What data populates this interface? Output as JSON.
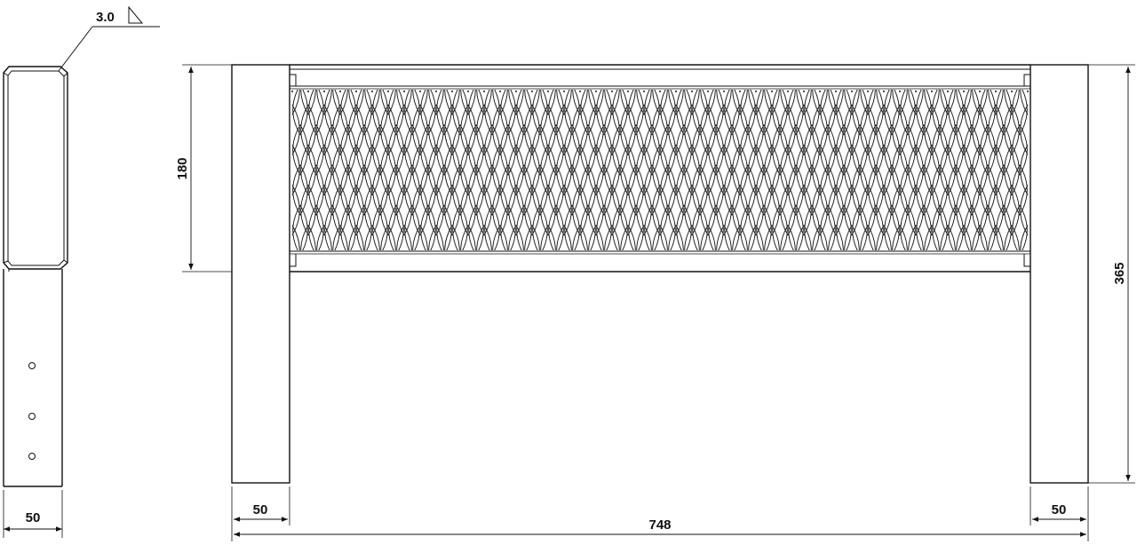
{
  "drawing": {
    "weld_note": "3.0",
    "side_view": {
      "hole_count": 3,
      "width_label": "50"
    },
    "front_view": {
      "panel_height_label": "180",
      "overall_height_label": "365",
      "overall_width_label": "748",
      "left_post_width_label": "50",
      "right_post_width_label": "50",
      "pattern_columns": 46,
      "pattern_rows": 4
    }
  },
  "colors": {
    "line": "#111111",
    "background": "#ffffff"
  }
}
